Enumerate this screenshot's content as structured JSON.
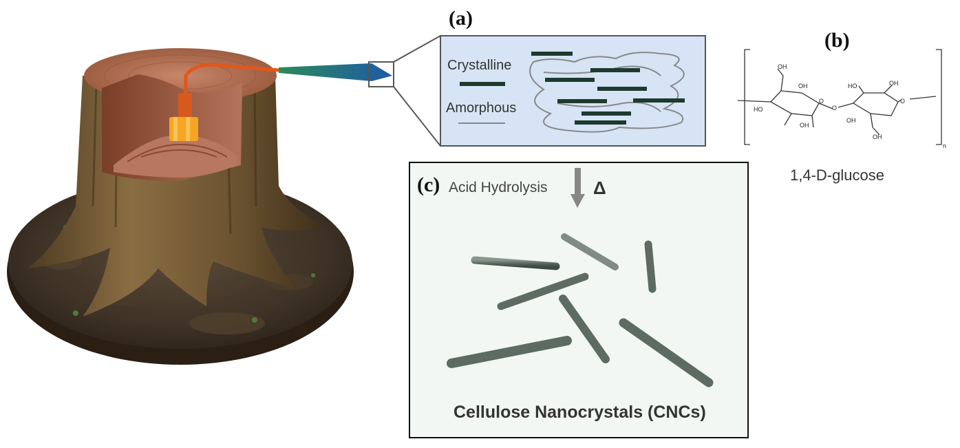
{
  "panels": {
    "a": {
      "label": "(a)",
      "crystalline": "Crystalline",
      "amorphous": "Amorphous"
    },
    "b": {
      "label": "(b)",
      "caption": "1,4-D-glucose",
      "n_subscript": "n"
    },
    "c": {
      "label": "(c)",
      "process": "Acid Hydrolysis",
      "symbol": "Δ",
      "title": "Cellulose Nanocrystals (CNCs)"
    }
  },
  "molecule_atoms": [
    "OH",
    "OH",
    "HO",
    "OH",
    "O",
    "O",
    "O",
    "HO",
    "OH",
    "OH",
    "OH"
  ],
  "colors": {
    "wood_bark": "#6b5330",
    "wood_inner": "#a86a4a",
    "fiber": "#e0581a",
    "crystal_bar": "#1e3a2e",
    "panel_a_bg": "#d6e4f5",
    "panel_c_bg": "#f3f7f3",
    "rod": "#5d6b63"
  },
  "icons": [
    "tree-stump-illustration",
    "microfibril-wedge-icon",
    "glucose-structure-icon",
    "down-arrow-icon"
  ]
}
